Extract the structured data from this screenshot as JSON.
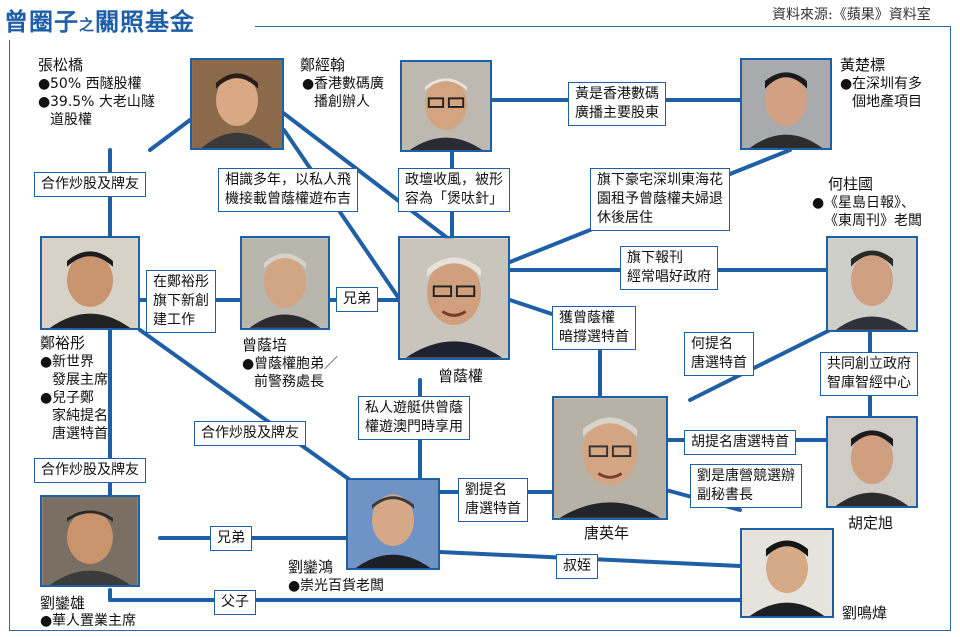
{
  "title": {
    "main1": "曾",
    "main2": "圈子",
    "small": "之",
    "main3": "關照基金"
  },
  "source": "資料來源:《蘋果》資料室",
  "people": {
    "cheung": {
      "name": "張松橋",
      "desc": [
        "50% 西隧股權",
        "39.5% 大老山隧",
        "道股權"
      ]
    },
    "cheng_kk": {
      "name": "鄭經翰",
      "desc": [
        "香港數碼廣",
        "播創辦人"
      ]
    },
    "wong": {
      "name": "黃楚標",
      "desc": [
        "在深圳有多",
        "個地產項目"
      ]
    },
    "ho": {
      "name": "何柱國",
      "desc": [
        "《星島日報》、",
        "《東周刊》老闆"
      ]
    },
    "cheng_yt": {
      "name": "鄭裕彤",
      "desc": [
        "新世界",
        "發展主席",
        "兒子鄭",
        "家純提名",
        "唐選特首"
      ]
    },
    "tsang_ym": {
      "name": "曾蔭培",
      "desc": [
        "曾蔭權胞弟／",
        "前警務處長"
      ]
    },
    "tsang_yk": {
      "name": "曾蔭權"
    },
    "tang": {
      "name": "唐英年"
    },
    "wu": {
      "name": "胡定旭"
    },
    "lau_lh": {
      "name": "劉鑾鴻",
      "desc": [
        "崇光百貨老闆"
      ]
    },
    "lau_lx": {
      "name": "劉鑾雄",
      "desc": [
        "華人置業主席"
      ]
    },
    "lau_mw": {
      "name": "劉鳴煒"
    }
  },
  "labels": {
    "stock1": "合作炒股及牌友",
    "friends_jet": [
      "相識多年，以私人飛",
      "機接載曾蔭權遊布吉"
    ],
    "politics": [
      "政壇收風，被形",
      "容為「煲呔針」"
    ],
    "wong_major": [
      "黃是香港數碼",
      "廣播主要股東"
    ],
    "mansion": [
      "旗下豪宅深圳東海花",
      "園租予曾蔭權夫婦退",
      "休後居住"
    ],
    "work_cheng": [
      "在鄭裕彤",
      "旗下新創",
      "建工作"
    ],
    "brothers1": "兄弟",
    "newspaper": [
      "旗下報刊",
      "經常唱好政府"
    ],
    "support": [
      "獲曾蔭權",
      "暗撐選特首"
    ],
    "ho_nominate": [
      "何提名",
      "唐選特首"
    ],
    "think_tank": [
      "共同創立政府",
      "智庫智經中心"
    ],
    "yacht": [
      "私人遊艇供曾蔭",
      "權遊澳門時享用"
    ],
    "stock2": "合作炒股及牌友",
    "wu_nominate": "胡提名唐選特首",
    "stock3": "合作炒股及牌友",
    "lau_nominate": [
      "劉提名",
      "唐選特首"
    ],
    "deputy": [
      "劉是唐營競選辦",
      "副秘書長"
    ],
    "brothers2": "兄弟",
    "uncle": "叔姪",
    "father_son": "父子"
  },
  "colors": {
    "accent": "#1f5fa6",
    "line": "#1f5fa6"
  }
}
